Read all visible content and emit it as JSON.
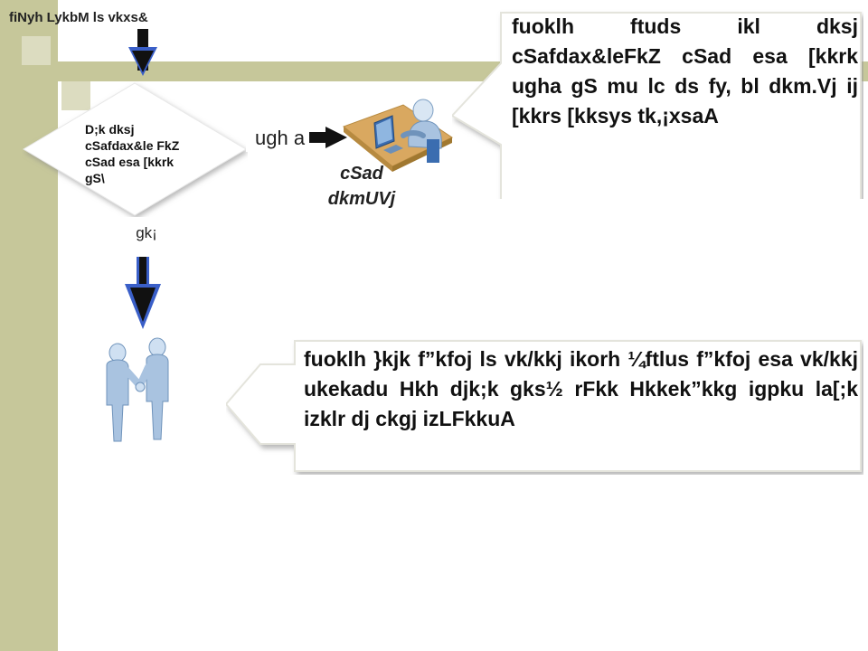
{
  "start_label": "fiNyh LykbM ls vkxs&",
  "decision_text": "D;k dksj cSafdax&le FkZ cSad esa [kkrk gS\\",
  "yes_label": "ugh a",
  "no_label": "gk¡",
  "bank_label": "cSad dkmUVj",
  "callout_top": "fuoklh ftuds ikl dksj cSafdax&leFkZ cSad esa [kkrk ugha gS mu lc ds fy, bl dkm.Vj ij [kkrs [kksys tk,¡xsaA",
  "callout_bottom": "fuoklh }kjk f”kfoj ls vk/kkj ikorh ¼ftlus f”kfoj esa vk/kkj ukekadu Hkh djk;k gks½ rFkk Hkkek”kkg igpku la[;k izklr dj ckgj izLFkkuA",
  "colors": {
    "band": "#c6c79a",
    "arrow_blue": "#3a5fc8",
    "callout_fill": "#ffffff",
    "callout_border": "#e4e4dc"
  }
}
